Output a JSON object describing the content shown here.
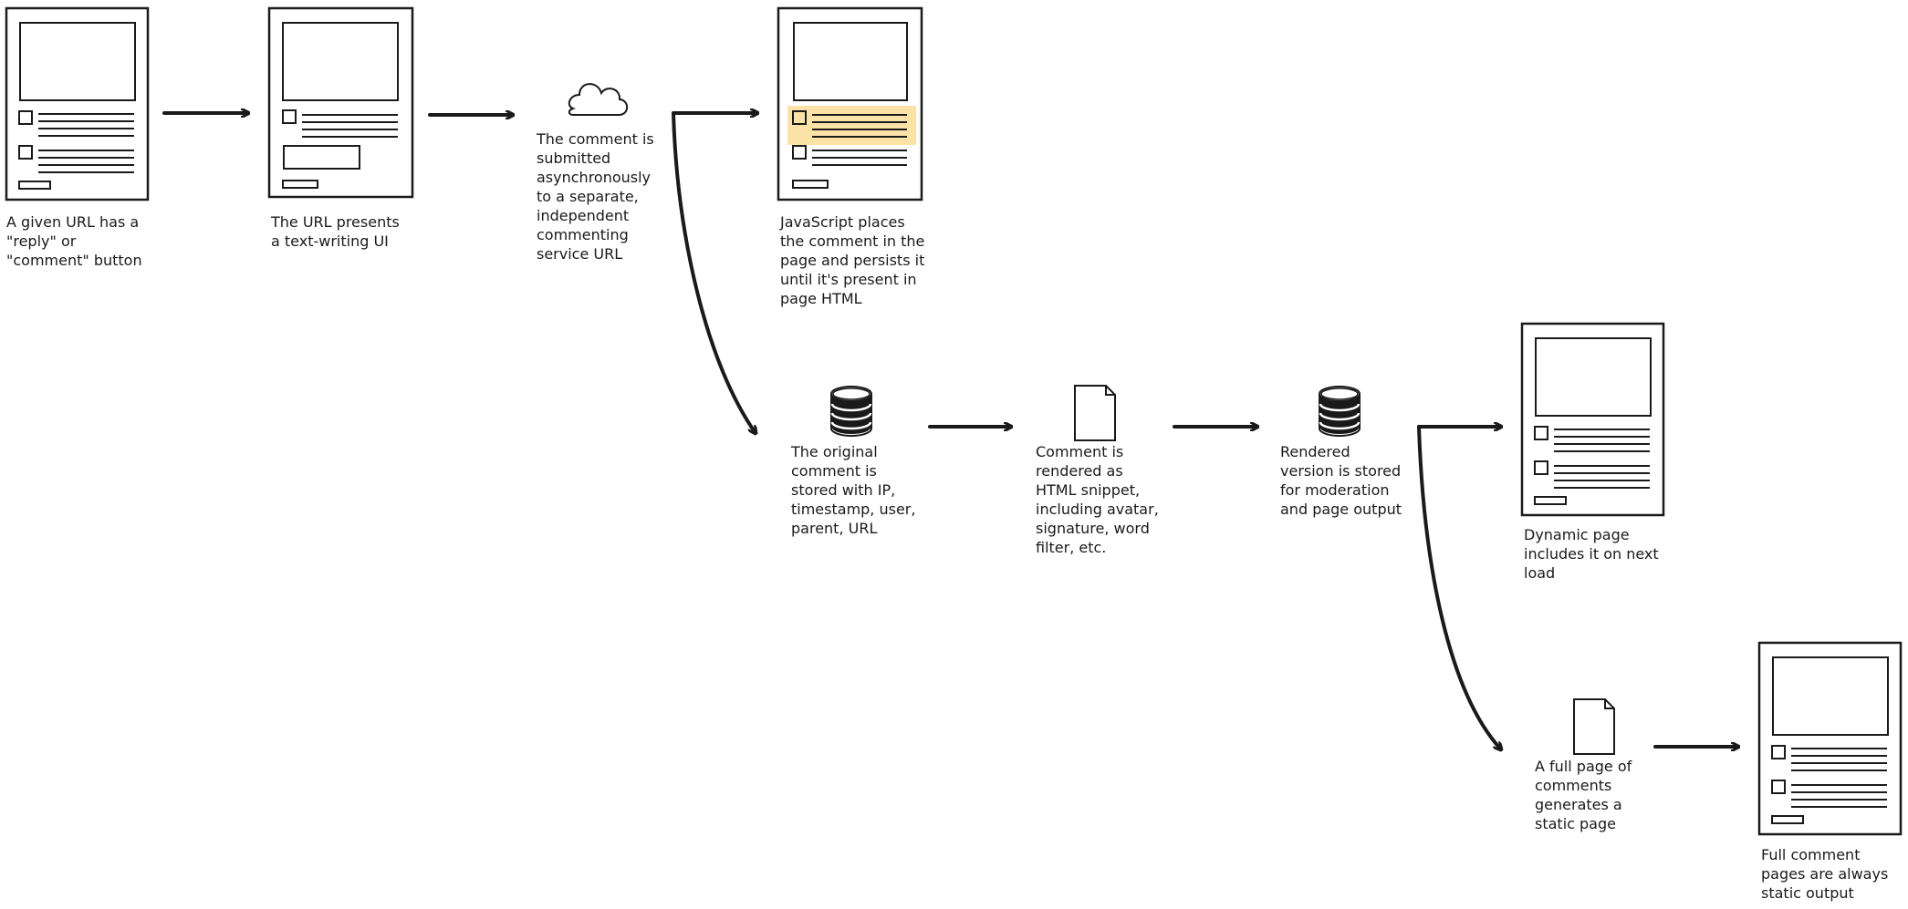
{
  "steps": {
    "url_reply_button": "A given URL has a\n\"reply\" or\n\"comment\" button",
    "text_writing_ui": "The URL presents\na text-writing UI",
    "async_submit": "The comment is\nsubmitted\nasynchronously\nto a separate,\nindependent\ncommenting\nservice URL",
    "js_places_comment": "JavaScript places\nthe comment in the\npage and persists it\nuntil it's present in\npage HTML",
    "original_stored": "The original\ncomment is\nstored with IP,\ntimestamp, user,\nparent, URL",
    "rendered_snippet": "Comment is\nrendered as\nHTML snippet,\nincluding avatar,\nsignature, word\nfilter, etc.",
    "rendered_stored": "Rendered\nversion is stored\nfor moderation\nand page output",
    "dynamic_page": "Dynamic page\nincludes it on next\nload",
    "full_page_static": "A full page of\ncomments\ngenerates a\nstatic page",
    "always_static": "Full comment\npages are always\nstatic output"
  },
  "icons": {
    "page": "page-icon",
    "cloud": "cloud-icon",
    "database": "database-icon",
    "document": "document-icon"
  },
  "colors": {
    "stroke": "#1a1a1a",
    "highlight": "#fbe3a8",
    "background": "#ffffff"
  }
}
